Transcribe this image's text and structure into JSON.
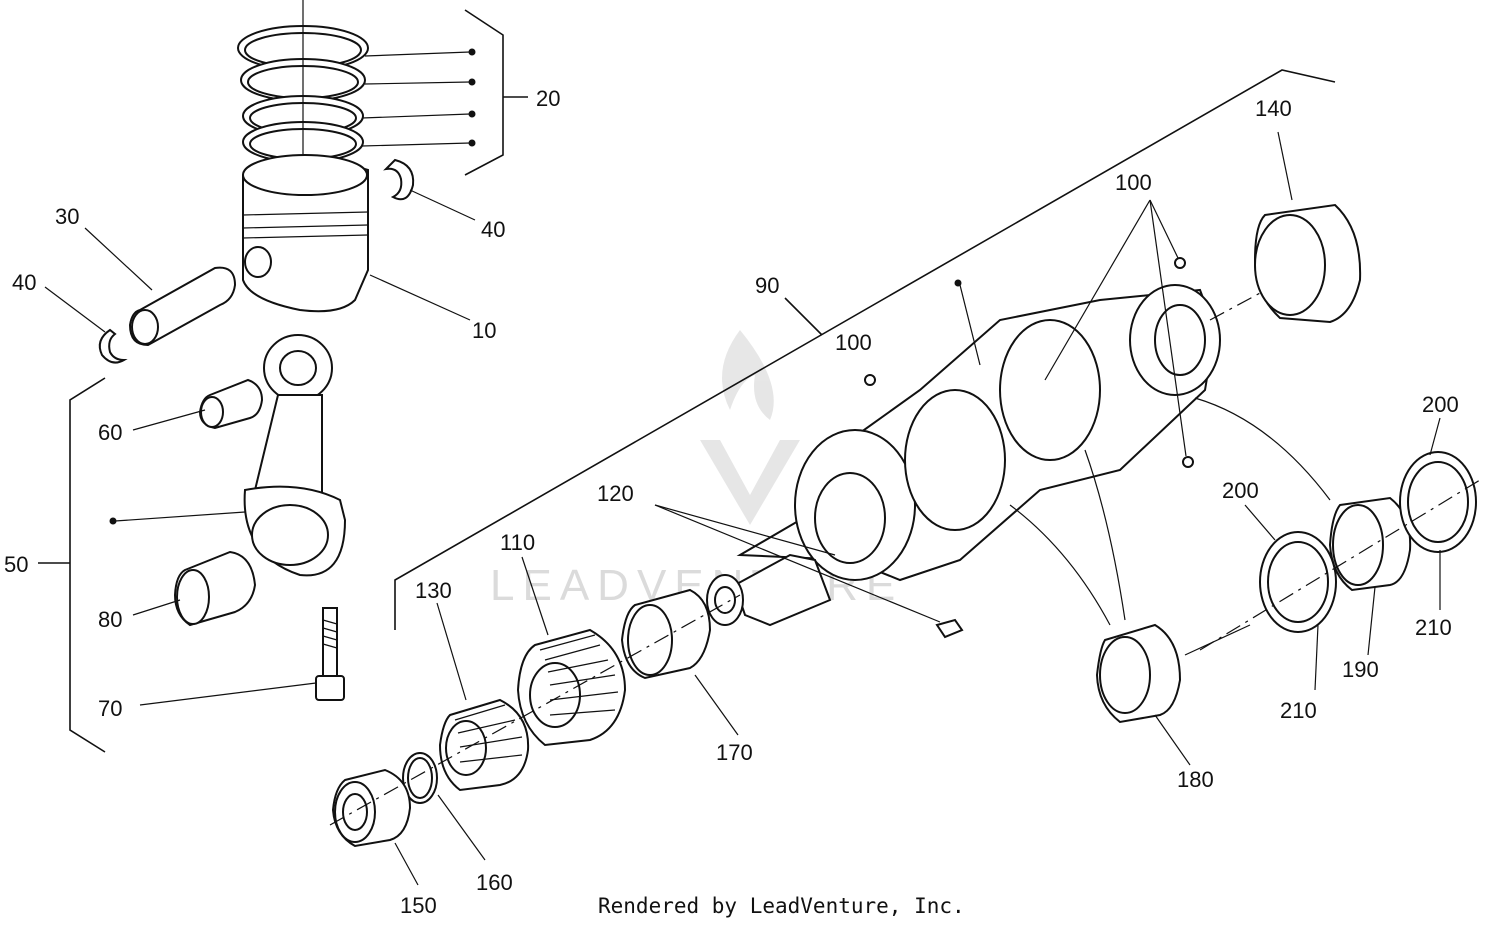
{
  "callouts": {
    "c10": "10",
    "c20": "20",
    "c30": "30",
    "c40a": "40",
    "c40b": "40",
    "c50": "50",
    "c60": "60",
    "c70": "70",
    "c80": "80",
    "c90": "90",
    "c100a": "100",
    "c100b": "100",
    "c110": "110",
    "c120": "120",
    "c130": "130",
    "c140": "140",
    "c150": "150",
    "c160": "160",
    "c170": "170",
    "c180": "180",
    "c190": "190",
    "c200a": "200",
    "c200b": "200",
    "c210a": "210",
    "c210b": "210"
  },
  "footer": {
    "text": "Rendered by LeadVenture, Inc."
  },
  "watermark": {
    "text": "LEADVENTURE"
  }
}
